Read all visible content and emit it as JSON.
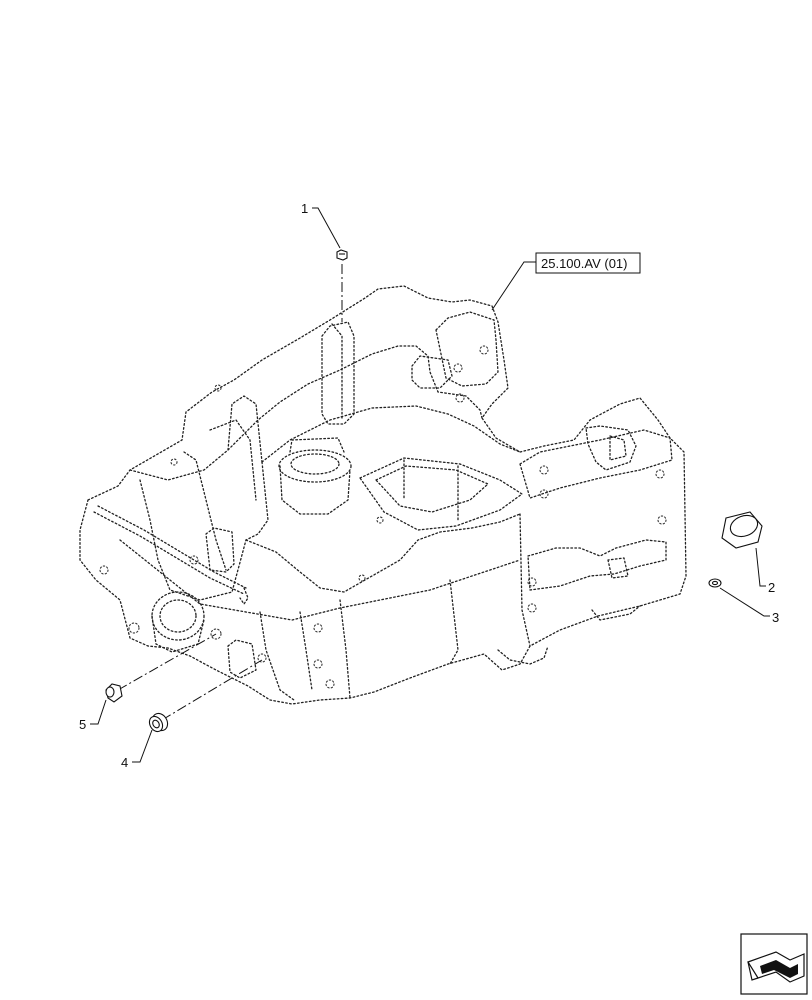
{
  "callouts": {
    "c1": "1",
    "c2": "2",
    "c3": "3",
    "c4": "4",
    "c5": "5"
  },
  "reference": {
    "label": "25.100.AV (01)"
  },
  "icons": {
    "corner": "next-page-arrow-icon"
  }
}
